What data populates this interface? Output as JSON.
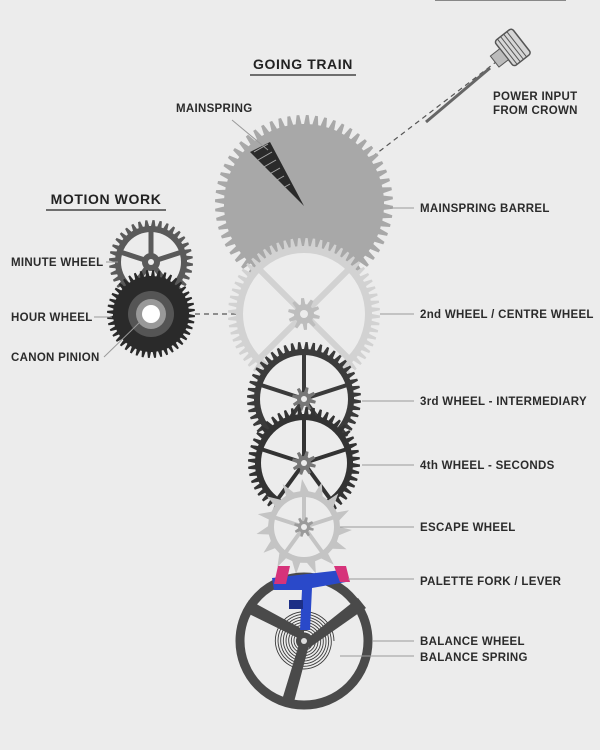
{
  "headings": {
    "going_train": "GOING TRAIN",
    "motion_work": "MOTION WORK"
  },
  "labels": {
    "mainspring": "MAINSPRING",
    "power_input_line1": "POWER INPUT",
    "power_input_line2": "FROM CROWN",
    "mainspring_barrel": "MAINSPRING BARREL",
    "second_wheel": "2nd WHEEL / CENTRE WHEEL",
    "third_wheel": "3rd WHEEL - INTERMEDIARY",
    "fourth_wheel": "4th WHEEL - SECONDS",
    "escape_wheel": "ESCAPE WHEEL",
    "palette_fork": "PALETTE FORK / LEVER",
    "balance_wheel": "BALANCE WHEEL",
    "balance_spring": "BALANCE SPRING",
    "minute_wheel": "MINUTE WHEEL",
    "hour_wheel": "HOUR WHEEL",
    "canon_pinion": "CANON PINION"
  },
  "colors": {
    "barrel": "#a8a8a8",
    "second_wheel": "#d0d0d0",
    "dark_wheel": "#3b3b3b",
    "hour_wheel": "#2a2a2a",
    "escape_wheel": "#c4c4c4",
    "balance_wheel": "#4a4a4a",
    "fork_pink": "#d6337a",
    "fork_blue": "#2a49c9",
    "background": "#ececec"
  }
}
